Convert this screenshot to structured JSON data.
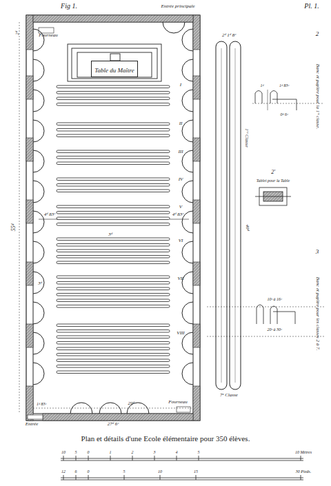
{
  "diagram": {
    "title": "Fig 1.",
    "caption": "Plan et détails d'une Ecole élémentaire pour 350 élèves.",
    "nodes": [
      {
        "text": [
          "Table du Maître"
        ]
      }
    ],
    "labels": [
      "Pl. 1.",
      "Entrée principale",
      "Fourneau",
      "2ᵈ",
      "I",
      "II",
      "III",
      "IV",
      "V",
      "VI",
      "VII",
      "VIII",
      "4ᵈ 83ᶜ",
      "4ᵈ 83ᶜ",
      "3ᵈ",
      "55ᵈ",
      "3ᵈ",
      "29ᵈ",
      "1ᵈ 83ᶜ",
      "Fourneau",
      "Entrée",
      "27ᵈ 6ᶜ",
      "2ᵈ 1ᵈ 8ᶜ",
      "40ᵈ",
      "1ʳᵉ Classe",
      "7ᵉ Classe",
      "2",
      "Banc et pupitre pour la 1ʳᵉ classe.",
      "1ᵈ 83ᶜ",
      "1ᵈ",
      "0ᵈ 6ᶜ",
      "2'",
      "Tablet pour la Table",
      "3",
      "Banc et pupitre pour les classes 2 à 7.",
      "10ᶜ à 16ᶜ",
      "20ᶜ à 30ᶜ",
      "10",
      "5",
      "0",
      "1",
      "2",
      "3",
      "4",
      "5",
      "10 Mètres",
      "12",
      "6",
      "0",
      "5",
      "10",
      "15",
      "30 Pieds."
    ]
  }
}
